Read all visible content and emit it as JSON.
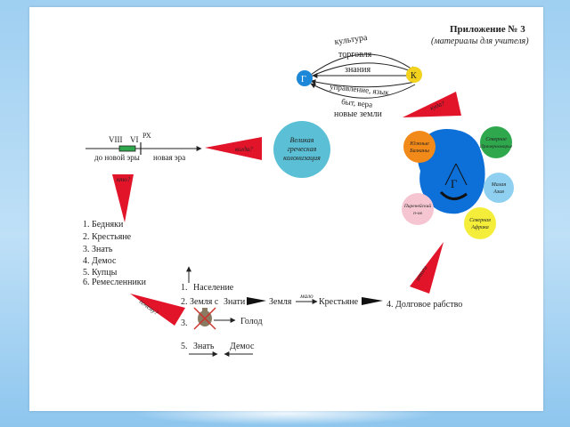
{
  "header": {
    "title": "Приложение № 3",
    "subtitle": "(материалы для учителя)"
  },
  "top_diagram": {
    "node_g": "Г",
    "node_k": "К",
    "links": [
      "культура",
      "торговля",
      "знания",
      "управление, язык",
      "быт, вера"
    ],
    "bottom_label": "новые земли"
  },
  "timeline": {
    "label_viii": "VIII",
    "label_vi": "VI",
    "label_rh": "РХ",
    "left_era": "до новой эры",
    "right_era": "новая эра"
  },
  "colonization": {
    "circle_text": [
      "Великая",
      "греческая",
      "колонизация"
    ],
    "arrow_left": "когда?",
    "arrow_top_right": "куда?",
    "arrow_down": "кто?",
    "arrow_bottom": "почему?",
    "arrow_bottom_right": "итоги"
  },
  "regions": {
    "center": "Г",
    "south_balkans": [
      "Южные",
      "Балканы"
    ],
    "black_sea": [
      "Северное",
      "Причерноморье"
    ],
    "asia_minor": [
      "Малая",
      "Азия"
    ],
    "pyrenees": [
      "Пиренейский",
      "п-ов"
    ],
    "north_africa": [
      "Северная",
      "Африка"
    ]
  },
  "who_list": [
    "1. Бедняки",
    "2. Крестьяне",
    "3. Знать",
    "4. Демос",
    "5. Купцы",
    "6. Ремесленники"
  ],
  "why": {
    "item1": "1.",
    "population": "Население",
    "item2": "2. Земля с",
    "nobles": "Знати",
    "land": "Земля",
    "little": "мало",
    "peasants": "Крестьяне",
    "item4": "4. Долговое рабство",
    "item3": "3.",
    "hunger": "Голод",
    "item5": "5.",
    "nobility": "Знать",
    "demos": "Демос"
  },
  "colors": {
    "arrow_red": "#e2142a",
    "colonization_circle": "#5bc0d6",
    "center_blob": "#0d6fd8",
    "south_balkans": "#f28a1a",
    "black_sea": "#2fa84d",
    "asia_minor": "#8fd0f0",
    "pyrenees": "#f5c6d2",
    "north_africa": "#f4ee3a",
    "node_g": "#1e88d8",
    "node_k": "#f2d21c"
  }
}
